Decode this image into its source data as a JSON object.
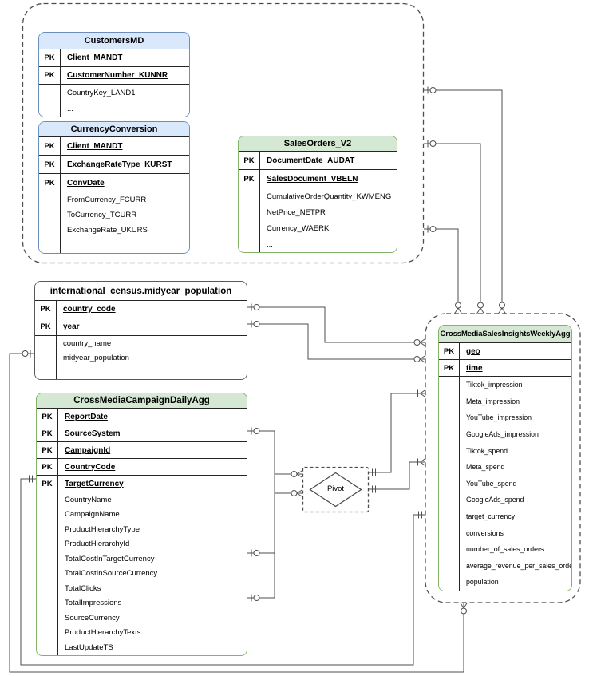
{
  "diagram": {
    "pivot": {
      "label": "Pivot"
    },
    "colors": {
      "blue_fill": "#dae8fc",
      "blue_stroke": "#6c8ebf",
      "green_fill": "#d5e8d4",
      "green_stroke": "#82b366",
      "plain_stroke": "#595959",
      "line": "#4d4d4d"
    },
    "tables": [
      {
        "id": "customers-md",
        "name": "CustomersMD",
        "theme": "blue",
        "columns": [
          {
            "key": "PK",
            "name": "Client_MANDT",
            "pk": true
          },
          {
            "key": "PK",
            "name": "CustomerNumber_KUNNR",
            "pk": true
          },
          {
            "key": "",
            "name": "CountryKey_LAND1",
            "pk": false
          },
          {
            "key": "",
            "name": "...",
            "pk": false
          }
        ]
      },
      {
        "id": "currency-conversion",
        "name": "CurrencyConversion",
        "theme": "blue",
        "columns": [
          {
            "key": "PK",
            "name": "Client_MANDT",
            "pk": true
          },
          {
            "key": "PK",
            "name": "ExchangeRateType_KURST",
            "pk": true
          },
          {
            "key": "PK",
            "name": "ConvDate",
            "pk": true
          },
          {
            "key": "",
            "name": "FromCurrency_FCURR",
            "pk": false
          },
          {
            "key": "",
            "name": "ToCurrency_TCURR",
            "pk": false
          },
          {
            "key": "",
            "name": "ExchangeRate_UKURS",
            "pk": false
          },
          {
            "key": "",
            "name": "...",
            "pk": false
          }
        ]
      },
      {
        "id": "sales-orders-v2",
        "name": "SalesOrders_V2",
        "theme": "green",
        "columns": [
          {
            "key": "PK",
            "name": "DocumentDate_AUDAT",
            "pk": true
          },
          {
            "key": "PK",
            "name": "SalesDocument_VBELN",
            "pk": true
          },
          {
            "key": "",
            "name": "CumulativeOrderQuantity_KWMENG",
            "pk": false
          },
          {
            "key": "",
            "name": "NetPrice_NETPR",
            "pk": false
          },
          {
            "key": "",
            "name": "Currency_WAERK",
            "pk": false
          },
          {
            "key": "",
            "name": "...",
            "pk": false
          }
        ]
      },
      {
        "id": "midyear-population",
        "name": "international_census.midyear_population",
        "theme": "plain",
        "columns": [
          {
            "key": "PK",
            "name": "country_code",
            "pk": true
          },
          {
            "key": "PK",
            "name": "year",
            "pk": true
          },
          {
            "key": "",
            "name": "country_name",
            "pk": false
          },
          {
            "key": "",
            "name": "midyear_population",
            "pk": false
          },
          {
            "key": "",
            "name": "...",
            "pk": false
          }
        ]
      },
      {
        "id": "cross-media-campaign-daily-agg",
        "name": "CrossMediaCampaignDailyAgg",
        "theme": "green",
        "columns": [
          {
            "key": "PK",
            "name": "ReportDate",
            "pk": true
          },
          {
            "key": "PK",
            "name": "SourceSystem",
            "pk": true
          },
          {
            "key": "PK",
            "name": "CampaignId",
            "pk": true
          },
          {
            "key": "PK",
            "name": "CountryCode",
            "pk": true
          },
          {
            "key": "PK",
            "name": "TargetCurrency",
            "pk": true
          },
          {
            "key": "",
            "name": "CountryName",
            "pk": false
          },
          {
            "key": "",
            "name": "CampaignName",
            "pk": false
          },
          {
            "key": "",
            "name": "ProductHierarchyType",
            "pk": false
          },
          {
            "key": "",
            "name": "ProductHierarchyId",
            "pk": false
          },
          {
            "key": "",
            "name": "TotalCostInTargetCurrency",
            "pk": false
          },
          {
            "key": "",
            "name": "TotalCostInSourceCurrency",
            "pk": false
          },
          {
            "key": "",
            "name": "TotalClicks",
            "pk": false
          },
          {
            "key": "",
            "name": "TotalImpressions",
            "pk": false
          },
          {
            "key": "",
            "name": "SourceCurrency",
            "pk": false
          },
          {
            "key": "",
            "name": "ProductHierarchyTexts",
            "pk": false
          },
          {
            "key": "",
            "name": "LastUpdateTS",
            "pk": false
          }
        ]
      },
      {
        "id": "cross-media-sales-insights-weekly-agg",
        "name": "CrossMediaSalesInsightsWeeklyAgg",
        "theme": "green",
        "columns": [
          {
            "key": "PK",
            "name": "geo",
            "pk": true
          },
          {
            "key": "PK",
            "name": "time",
            "pk": true
          },
          {
            "key": "",
            "name": "Tiktok_impression",
            "pk": false
          },
          {
            "key": "",
            "name": "Meta_impression",
            "pk": false
          },
          {
            "key": "",
            "name": "YouTube_impression",
            "pk": false
          },
          {
            "key": "",
            "name": "GoogleAds_impression",
            "pk": false
          },
          {
            "key": "",
            "name": "Tiktok_spend",
            "pk": false
          },
          {
            "key": "",
            "name": "Meta_spend",
            "pk": false
          },
          {
            "key": "",
            "name": "YouTube_spend",
            "pk": false
          },
          {
            "key": "",
            "name": "GoogleAds_spend",
            "pk": false
          },
          {
            "key": "",
            "name": "target_currency",
            "pk": false
          },
          {
            "key": "",
            "name": "conversions",
            "pk": false
          },
          {
            "key": "",
            "name": "number_of_sales_orders",
            "pk": false
          },
          {
            "key": "",
            "name": "average_revenue_per_sales_order",
            "pk": false
          },
          {
            "key": "",
            "name": "population",
            "pk": false
          }
        ]
      }
    ]
  }
}
